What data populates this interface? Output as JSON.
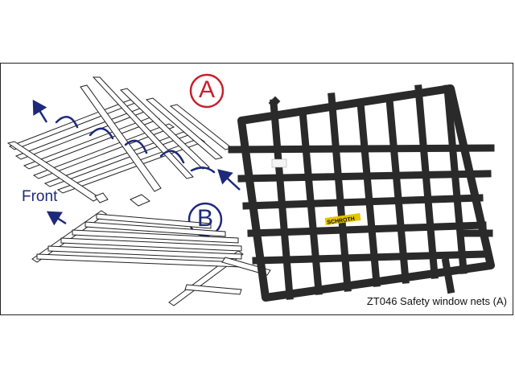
{
  "diagram": {
    "option_a": "A",
    "option_b": "B",
    "front_label": "Front",
    "caption": "ZT046 Safety window nets (A)",
    "net_tag": "SCHROTH"
  },
  "colors": {
    "frame": "#222222",
    "marker_a": "#c8202e",
    "marker_b": "#1d2a7a",
    "arrow": "#1d2a7a",
    "net": "#2a2a2a"
  },
  "icons": {
    "front_arrow": "arrow-up-left-icon",
    "direction_arrow": "arrow-pointer-icon"
  }
}
